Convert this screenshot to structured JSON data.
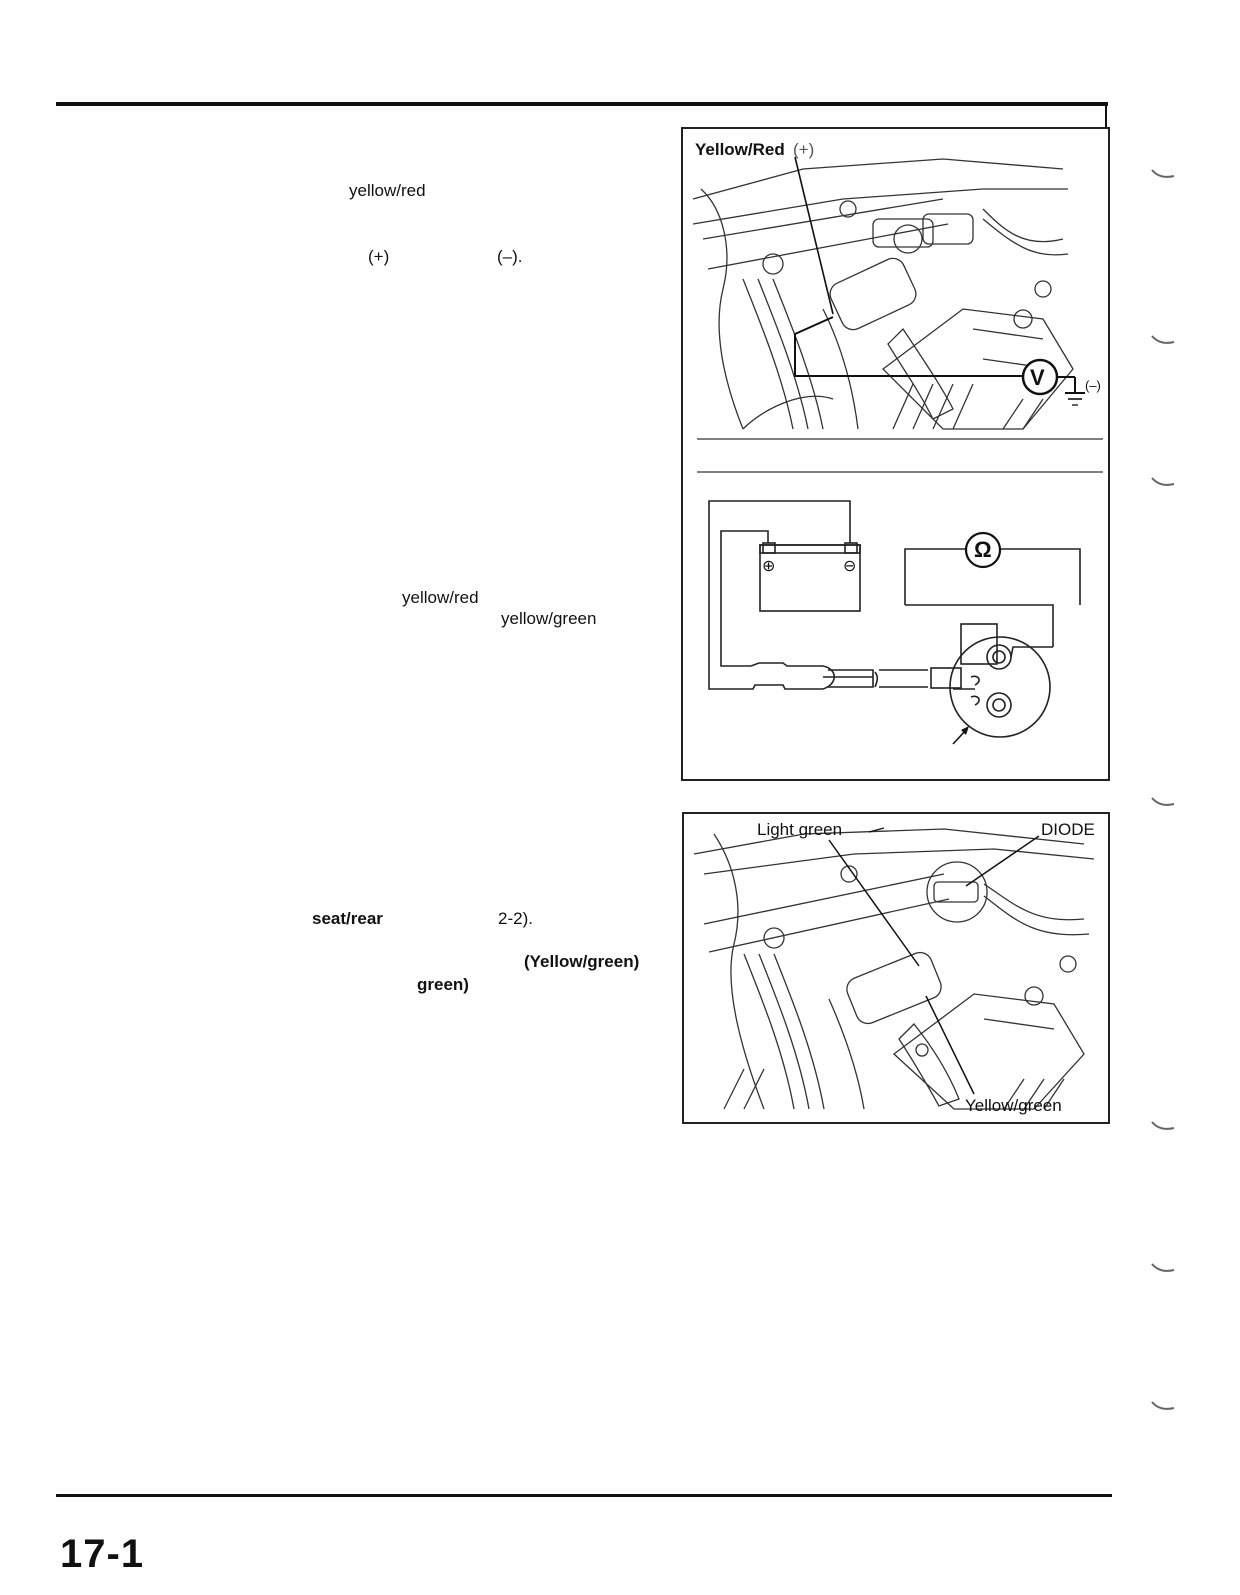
{
  "text_fragments": {
    "f1": "yellow/red",
    "f2": "(+)",
    "f3": "(–).",
    "f4": "yellow/red",
    "f5": "yellow/green",
    "f6": "seat/rear",
    "f7": "2-2).",
    "f8": "(Yellow/green)",
    "f9": "green)"
  },
  "figure1": {
    "label_wire": "Yellow/Red",
    "label_wire_polarity": "(+)",
    "meter_symbol": "V",
    "ground_polarity": "(–)"
  },
  "figure2": {
    "meter_symbol": "Ω",
    "battery_plus": "⊕",
    "battery_minus": "⊖"
  },
  "figure3": {
    "label_light_green": "Light green",
    "label_diode": "DIODE",
    "label_yellow_green": "Yellow/green"
  },
  "page_number": "17-1",
  "side_tab_count": 7
}
